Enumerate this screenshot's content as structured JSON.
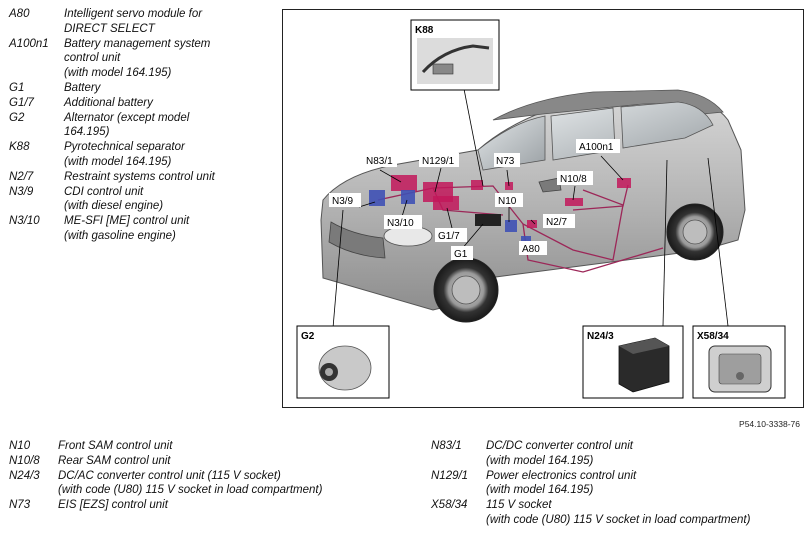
{
  "legend_top": [
    {
      "code": "A80",
      "desc": [
        "Intelligent servo module for",
        "DIRECT SELECT"
      ]
    },
    {
      "code": "A100n1",
      "desc": [
        "Battery management system",
        "control unit",
        "(with model 164.195)"
      ]
    },
    {
      "code": "G1",
      "desc": [
        "Battery"
      ]
    },
    {
      "code": "G1/7",
      "desc": [
        "Additional battery"
      ]
    },
    {
      "code": "G2",
      "desc": [
        "Alternator (except model",
        "164.195)"
      ]
    },
    {
      "code": "K88",
      "desc": [
        "Pyrotechnical separator",
        "(with model 164.195)"
      ]
    },
    {
      "code": "N2/7",
      "desc": [
        "Restraint systems control unit"
      ]
    },
    {
      "code": "N3/9",
      "desc": [
        "CDI control unit",
        "(with diesel engine)"
      ]
    },
    {
      "code": "N3/10",
      "desc": [
        "ME-SFI [ME] control unit",
        "(with gasoline engine)"
      ]
    }
  ],
  "legend_bottom_left": [
    {
      "code": "N10",
      "desc": [
        "Front SAM control unit"
      ]
    },
    {
      "code": "N10/8",
      "desc": [
        "Rear SAM control unit"
      ]
    },
    {
      "code": "N24/3",
      "desc": [
        "DC/AC converter control unit (115 V socket)",
        " (with code (U80) 115 V socket in load compartment)"
      ]
    },
    {
      "code": "N73",
      "desc": [
        "EIS [EZS] control unit"
      ]
    }
  ],
  "legend_bottom_right": [
    {
      "code": "N83/1",
      "desc": [
        "DC/DC converter control unit",
        "(with model 164.195)"
      ]
    },
    {
      "code": "N129/1",
      "desc": [
        "Power electronics control unit",
        " (with model 164.195)"
      ]
    },
    {
      "code": "X58/34",
      "desc": [
        "115 V socket",
        "(with code (U80) 115 V socket in load compartment)"
      ]
    }
  ],
  "diagram": {
    "callouts": {
      "n83_1": "N83/1",
      "n129_1": "N129/1",
      "n73": "N73",
      "a100n1": "A100n1",
      "n10_8": "N10/8",
      "n3_9": "N3/9",
      "n3_10": "N3/10",
      "n10": "N10",
      "n2_7": "N2/7",
      "g1_7": "G1/7",
      "g1": "G1",
      "a80": "A80"
    },
    "inset_titles": {
      "k88": "K88",
      "g2": "G2",
      "n24_3": "N24/3",
      "x58_34": "X58/34"
    },
    "colors": {
      "component_magenta": "#c2185b",
      "component_blue": "#3f51b5",
      "wiring": "#9c2758",
      "car_body": "#b9b9b9"
    }
  },
  "reference": "P54.10-3338-76"
}
